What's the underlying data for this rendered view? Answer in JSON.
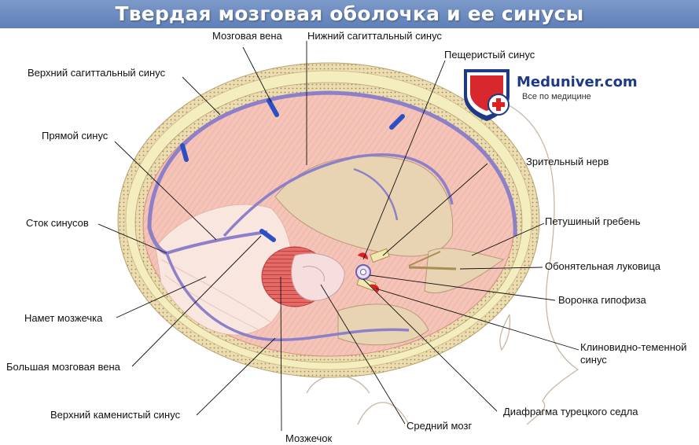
{
  "title": "Твердая мозговая оболочка и ее синусы",
  "logo": {
    "name": "Meduniver.com",
    "tagline": "Все по медицине"
  },
  "colors": {
    "title_bar": "#6c8bc1",
    "dura": "#f4c2b6",
    "sinus_vein": "#8e7fc9",
    "bone": "#efe2a8",
    "brand": "#1d3a86",
    "cross": "#e02020"
  },
  "labels": [
    {
      "id": "cerebral-vein",
      "text": "Мозговая вена"
    },
    {
      "id": "inferior-sagittal-sinus",
      "text": "Нижний сагиттальный синус"
    },
    {
      "id": "cavernous-sinus",
      "text": "Пещеристый синус"
    },
    {
      "id": "superior-sagittal-sinus",
      "text": "Верхний сагиттальный синус"
    },
    {
      "id": "straight-sinus",
      "text": "Прямой синус"
    },
    {
      "id": "optic-nerve",
      "text": "Зрительный нерв"
    },
    {
      "id": "crista-galli",
      "text": "Петушиный гребень"
    },
    {
      "id": "confluence-of-sinuses",
      "text": "Сток синусов"
    },
    {
      "id": "olfactory-bulb",
      "text": "Обонятельная луковица"
    },
    {
      "id": "hypophysis-infundibulum",
      "text": "Воронка гипофиза"
    },
    {
      "id": "tentorium-cerebelli",
      "text": "Намет мозжечка"
    },
    {
      "id": "sphenoparietal-sinus",
      "text": "Клиновидно-теменной синус"
    },
    {
      "id": "great-cerebral-vein",
      "text": "Большая мозговая вена"
    },
    {
      "id": "superior-petrosal-sinus",
      "text": "Верхний каменистый синус"
    },
    {
      "id": "diaphragma-sellae",
      "text": "Диафрагма турецкого седла"
    },
    {
      "id": "midbrain",
      "text": "Средний мозг"
    },
    {
      "id": "cerebellum",
      "text": "Мозжечок"
    }
  ]
}
